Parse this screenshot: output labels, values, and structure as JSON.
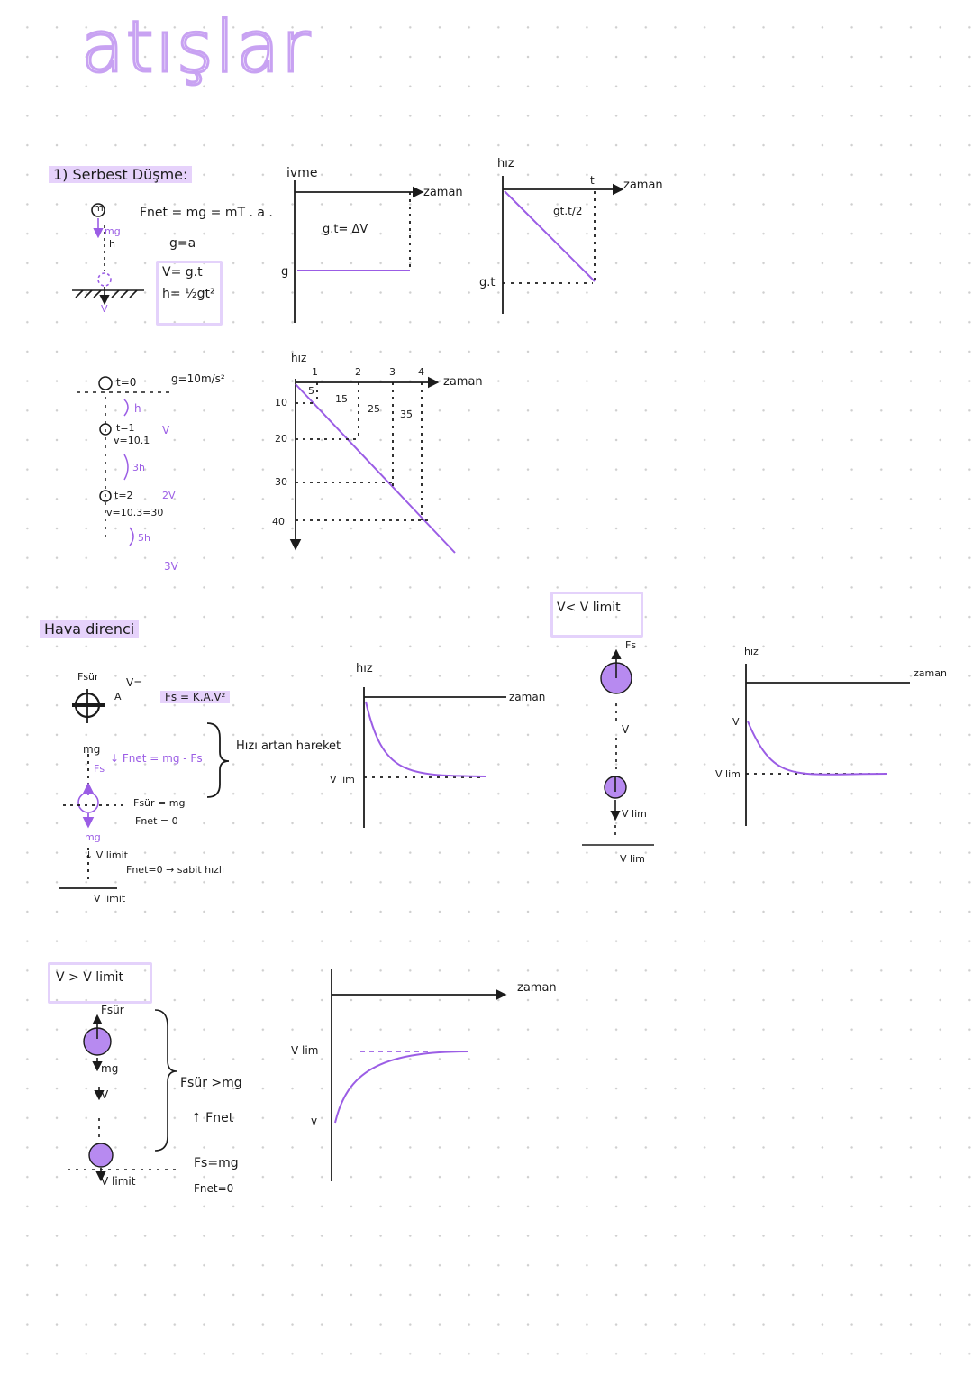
{
  "title": "atışlar",
  "section1": {
    "heading": "1) Serbest Düşme:",
    "fnet_eq": "Fnet = mg = mT . a .",
    "mass_label": "m",
    "mg_label": "mg",
    "h_label": "h",
    "v_label": "V",
    "eq_g_a": "g=a",
    "eq_v": "V= g.t",
    "eq_h": "h= ½gt²",
    "accel_graph": {
      "ylabel": "ivme",
      "xlabel": "zaman",
      "g_label": "g",
      "area_label": "g.t= ΔV"
    },
    "speed_graph": {
      "ylabel": "hız",
      "xlabel": "zaman",
      "t_label": "t",
      "area_label": "gt.t/2",
      "gt_label": "g.t"
    }
  },
  "section2": {
    "g_value": "g=10m/s²",
    "t0": "t=0",
    "h": "h",
    "t1": "t=1",
    "v1_calc": "v=10.1",
    "v": "V",
    "h3": "3h",
    "t2": "t=2",
    "v2": "2V",
    "v2_calc": "v=10.3=30",
    "h5": "5h",
    "v3": "3V",
    "graph": {
      "ylabel": "hız",
      "xlabel": "zaman",
      "xticks": [
        "1",
        "2",
        "3",
        "4"
      ],
      "yticks": [
        "10",
        "20",
        "30",
        "40"
      ],
      "area_labels": [
        "5",
        "15",
        "25",
        "35"
      ]
    }
  },
  "section3": {
    "heading": "Hava direnci",
    "fsur": "Fsür",
    "vz": "V=",
    "a": "A",
    "fs_formula": "Fs = K.A.V²",
    "mg": "mg",
    "fs": "Fs",
    "fnet_eq": "↓ Fnet = mg - Fs",
    "brace_text": "Hızı artan hareket",
    "eq1": "Fsür = mg",
    "eq2": "Fnet = 0",
    "mg2": "mg",
    "vlimit": "↓ V limit",
    "const_speed": "Fnet=0 → sabit hızlı",
    "vlimit_bottom": "V limit",
    "graph": {
      "ylabel": "hız",
      "xlabel": "zaman",
      "vlim_label": "V lim"
    }
  },
  "section4": {
    "box_label": "V< V limit",
    "fs": "Fs",
    "v": "V",
    "vlim1": "V lim",
    "vlim2": "V lim",
    "graph": {
      "ylabel": "hız",
      "xlabel": "zaman",
      "v_label": "V",
      "vlim_label": "V lim"
    }
  },
  "section5": {
    "box_label": "V > V limit",
    "fsur": "Fsür",
    "mg": "mg",
    "v": "V",
    "vlimit": "V limit",
    "eq1": "Fsür >mg",
    "eq2": "↑ Fnet",
    "eq3": "Fs=mg",
    "eq4": "Fnet=0",
    "graph": {
      "xlabel": "zaman",
      "vlim_label": "V lim",
      "v_label": "v"
    }
  },
  "colors": {
    "ink": "#1b1b1b",
    "purple": "#9b5de5",
    "highlight": "#e6d2fb",
    "ball": "#b78af0"
  }
}
